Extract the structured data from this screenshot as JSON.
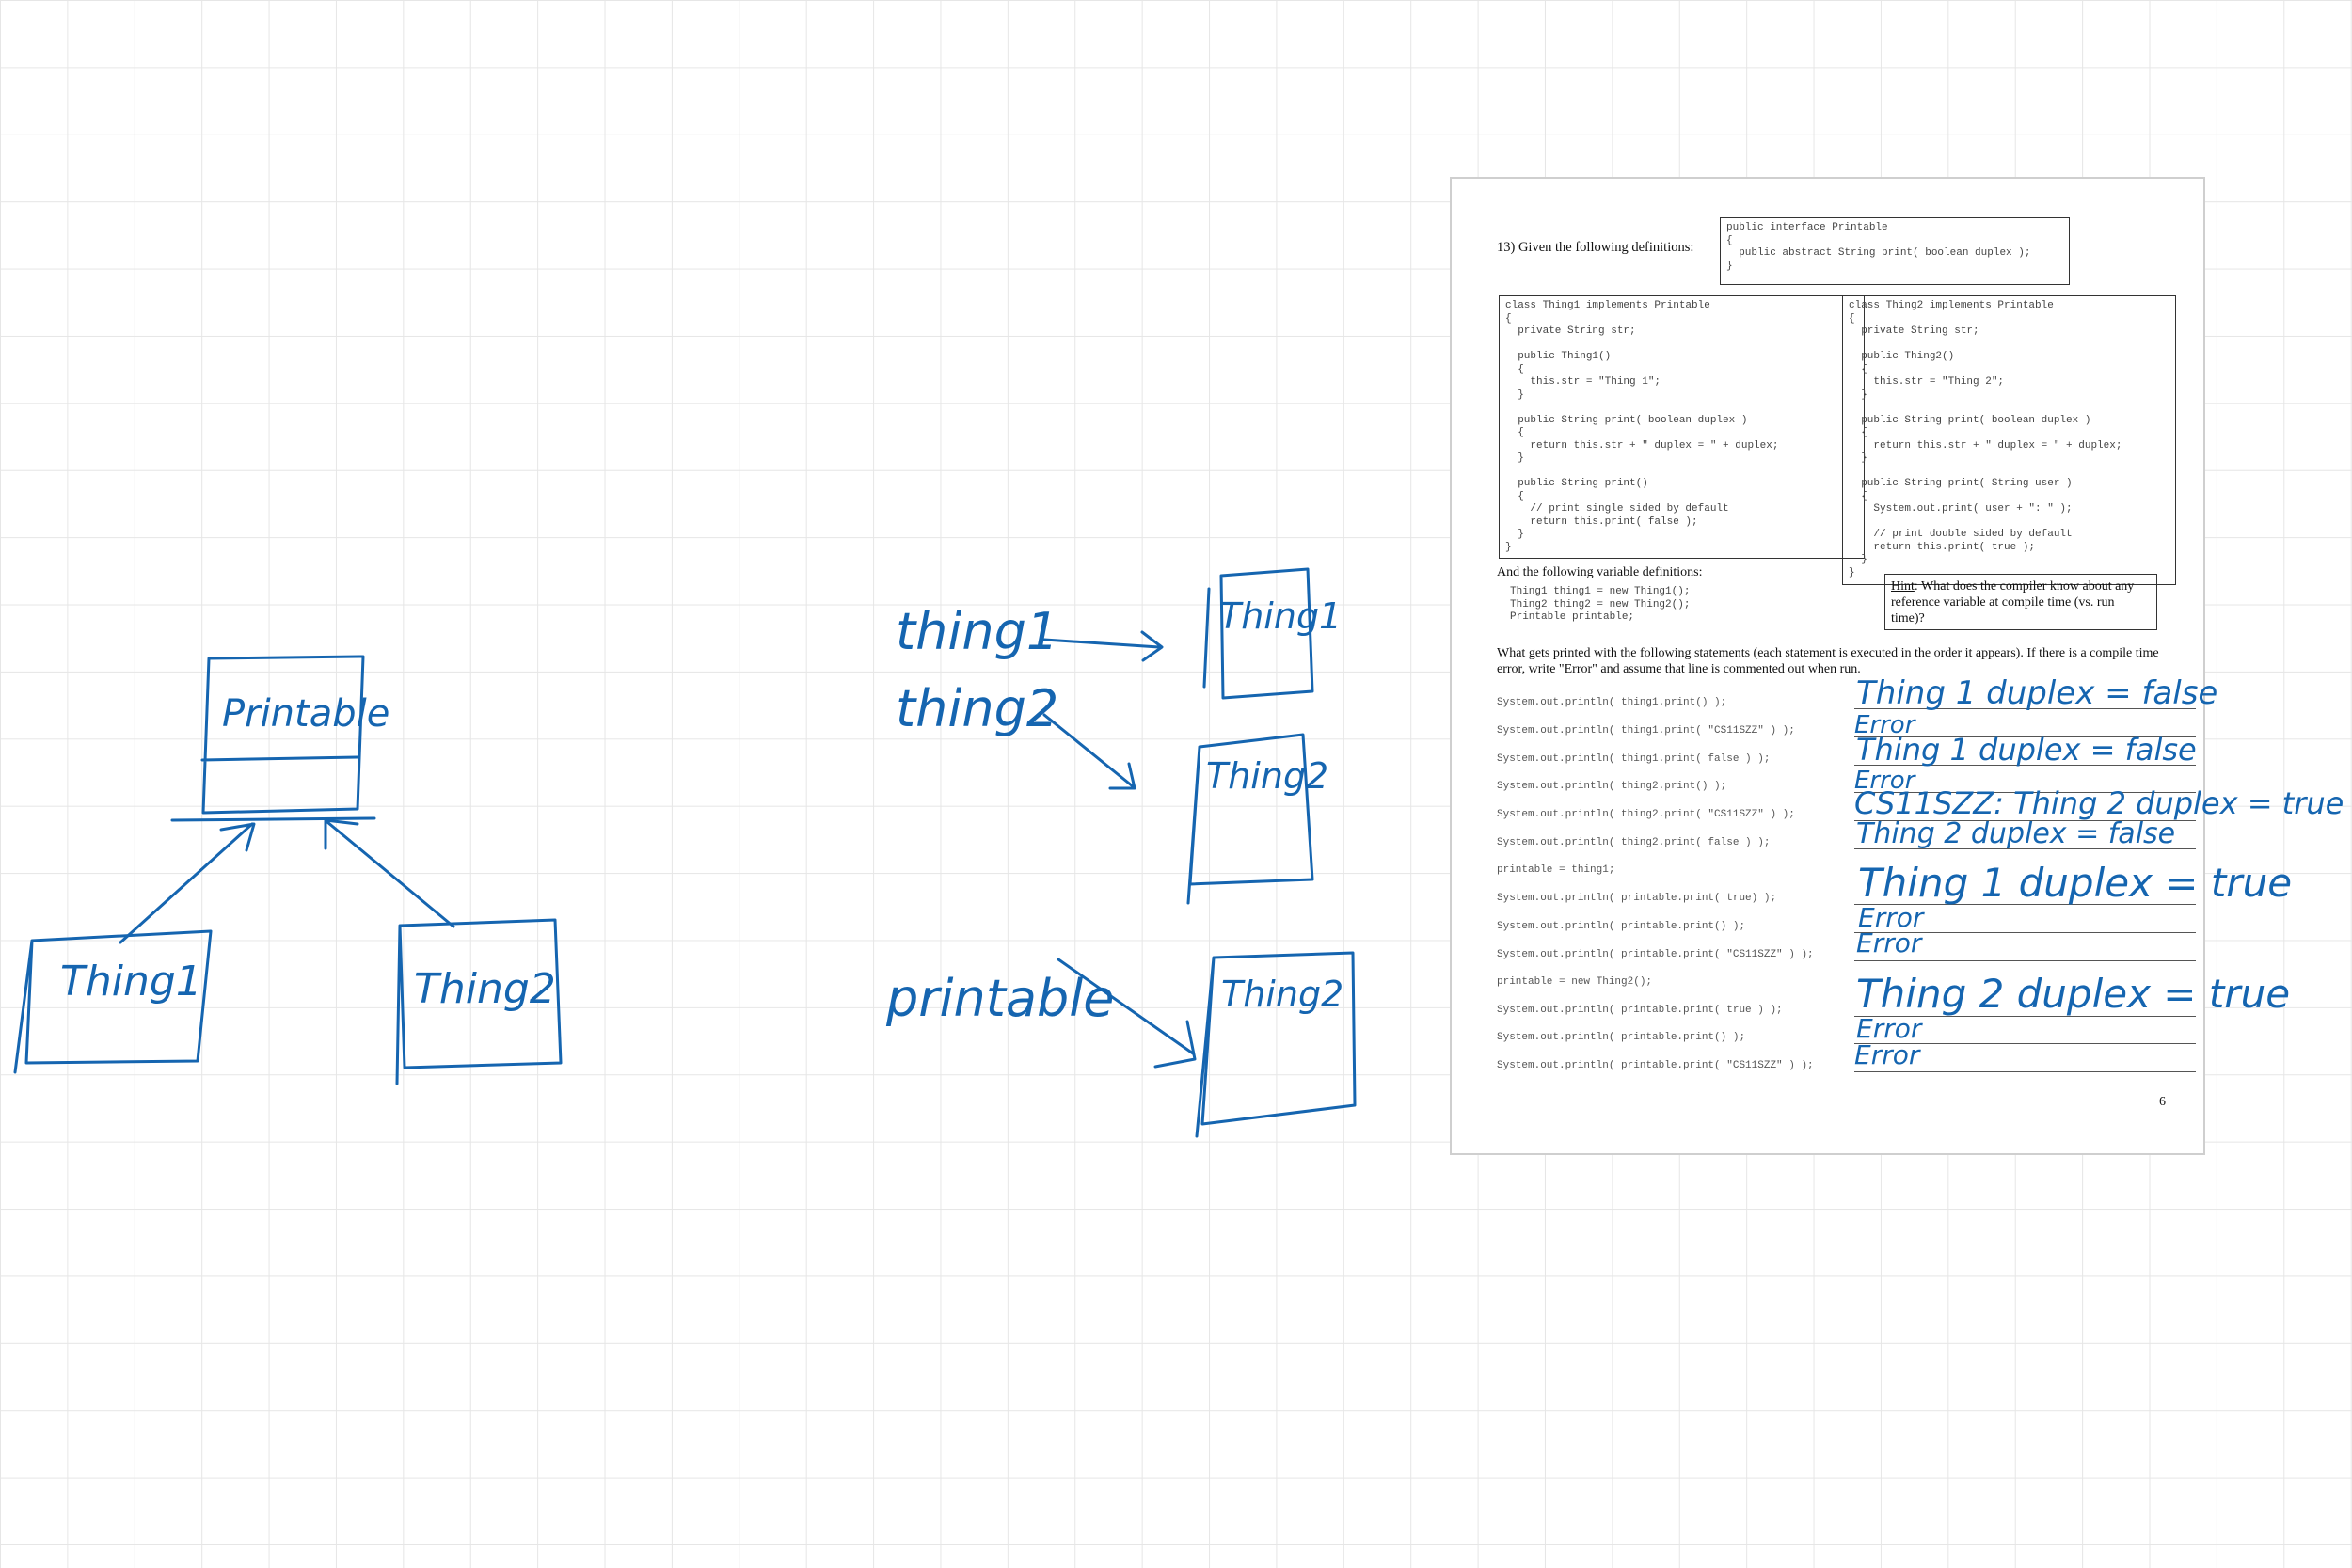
{
  "question": {
    "intro": "13) Given the following definitions:",
    "interface_code": "public interface Printable\n{\n  public abstract String print( boolean duplex );\n}",
    "thing1_code": "class Thing1 implements Printable\n{\n  private String str;\n\n  public Thing1()\n  {\n    this.str = \"Thing 1\";\n  }\n\n  public String print( boolean duplex )\n  {\n    return this.str + \" duplex = \" + duplex;\n  }\n\n  public String print()\n  {\n    // print single sided by default\n    return this.print( false );\n  }\n}",
    "thing2_code": "class Thing2 implements Printable\n{\n  private String str;\n\n  public Thing2()\n  {\n    this.str = \"Thing 2\";\n  }\n\n  public String print( boolean duplex )\n  {\n    return this.str + \" duplex = \" + duplex;\n  }\n\n  public String print( String user )\n  {\n    System.out.print( user + \": \" );\n\n    // print double sided by default\n    return this.print( true );\n  }\n}",
    "vars_intro": "And the following variable definitions:",
    "vars_code": "Thing1 thing1 = new Thing1();\nThing2 thing2 = new Thing2();\nPrintable printable;",
    "hint_label": "Hint",
    "hint_text": ": What does the compiler know about any reference variable at compile time (vs. run time)?",
    "instructions": "What gets printed with the following statements (each statement is executed in the order it appears). If there is a compile time error, write \"Error\" and assume that line is commented out when run.",
    "statements": [
      "System.out.println( thing1.print() );",
      "System.out.println( thing1.print( \"CS11SZZ\" ) );",
      "System.out.println( thing1.print( false ) );",
      "System.out.println( thing2.print() );",
      "System.out.println( thing2.print( \"CS11SZZ\" ) );",
      "System.out.println( thing2.print( false ) );",
      "printable = thing1;",
      "System.out.println( printable.print( true) );",
      "System.out.println( printable.print() );",
      "System.out.println( printable.print( \"CS11SZZ\" ) );",
      "printable = new Thing2();",
      "System.out.println( printable.print( true ) );",
      "System.out.println( printable.print() );",
      "System.out.println( printable.print( \"CS11SZZ\" ) );"
    ],
    "page_number": "6"
  },
  "answers": [
    "Thing 1  duplex = false",
    "Error",
    "Thing 1 duplex = false",
    "Error",
    "CS11SZZ: Thing 2 duplex = true",
    "Thing 2  duplex = false",
    "Thing 1 duplex = true",
    "Error",
    "Error",
    "Thing 2  duplex = true",
    "Error",
    "Error"
  ],
  "sketch": {
    "hierarchy": {
      "interface": "Printable",
      "left": "Thing1",
      "right": "Thing2"
    },
    "references": [
      {
        "variable": "thing1",
        "object": "Thing1"
      },
      {
        "variable": "thing2",
        "object": "Thing2"
      },
      {
        "variable": "printable",
        "object": "Thing2"
      }
    ]
  },
  "colors": {
    "ink": "#1565b0",
    "grid": "#e6e6e6"
  }
}
